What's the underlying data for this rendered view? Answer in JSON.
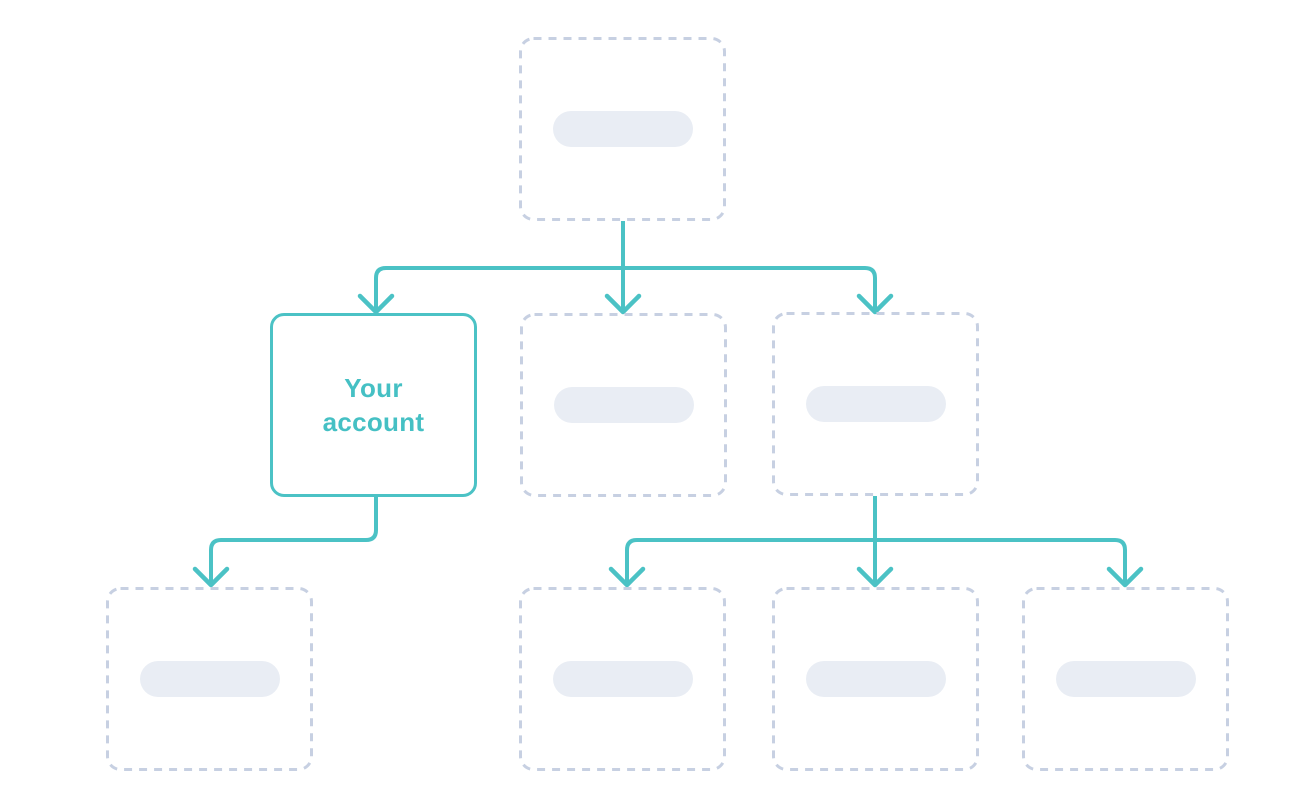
{
  "diagram": {
    "type": "account-hierarchy-tree",
    "theme": {
      "background": "#ffffff",
      "accent_teal": "#4bc2c5",
      "active_node_text": "#45c0c4",
      "placeholder_border": "#c7d0e2",
      "placeholder_pill": "#e9edf4"
    },
    "nodes": {
      "root": {
        "kind": "placeholder",
        "label": ""
      },
      "your_account": {
        "kind": "highlighted",
        "label": "Your account"
      },
      "row2_middle": {
        "kind": "placeholder",
        "label": ""
      },
      "row2_right": {
        "kind": "placeholder",
        "label": ""
      },
      "row3_child1": {
        "kind": "placeholder",
        "label": ""
      },
      "row3_child2": {
        "kind": "placeholder",
        "label": ""
      },
      "row3_child3": {
        "kind": "placeholder",
        "label": ""
      },
      "row3_child4": {
        "kind": "placeholder",
        "label": ""
      }
    },
    "edges": [
      {
        "from": "root",
        "to": "your_account"
      },
      {
        "from": "root",
        "to": "row2_middle"
      },
      {
        "from": "root",
        "to": "row2_right"
      },
      {
        "from": "your_account",
        "to": "row3_child1"
      },
      {
        "from": "row2_right",
        "to": "row3_child2"
      },
      {
        "from": "row2_right",
        "to": "row3_child3"
      },
      {
        "from": "row2_right",
        "to": "row3_child4"
      }
    ]
  }
}
